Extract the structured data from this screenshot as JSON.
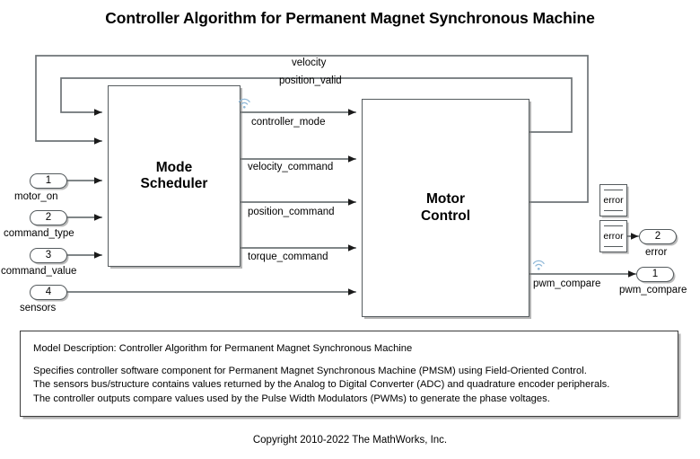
{
  "title": "Controller Algorithm for Permanent Magnet Synchronous Machine",
  "blocks": {
    "mode_scheduler": {
      "label": "Mode\nScheduler"
    },
    "motor_control": {
      "label": "Motor\nControl"
    }
  },
  "goto_blocks": [
    {
      "name": "error-goto-upper",
      "tag": "error"
    },
    {
      "name": "error-goto-lower",
      "tag": "error"
    }
  ],
  "inports": [
    {
      "num": "1",
      "label": "motor_on"
    },
    {
      "num": "2",
      "label": "command_type"
    },
    {
      "num": "3",
      "label": "command_value"
    },
    {
      "num": "4",
      "label": "sensors"
    }
  ],
  "outports": [
    {
      "num": "2",
      "label": "error"
    },
    {
      "num": "1",
      "label": "pwm_compare"
    }
  ],
  "signals": {
    "velocity": "velocity",
    "position_valid": "position_valid",
    "controller_mode": "controller_mode",
    "velocity_command": "velocity_command",
    "position_command": "position_command",
    "torque_command": "torque_command",
    "pwm_compare": "pwm_compare"
  },
  "badges": {
    "icon_name": "signal-logging-wireless-icon",
    "color": "#8fb8d8"
  },
  "description": {
    "heading": "Model Description: Controller Algorithm for Permanent Magnet Synchronous Machine",
    "lines": [
      "Specifies controller software component for Permanent Magnet Synchronous Machine (PMSM) using Field-Oriented Control.",
      "The sensors bus/structure contains values returned by the Analog to Digital Converter (ADC) and quadrature encoder peripherals.",
      "The controller outputs compare values used by the Pulse Width Modulators (PWMs) to generate the phase voltages."
    ]
  },
  "copyright": "Copyright 2010-2022 The MathWorks, Inc.",
  "colors": {
    "line": "#555b5e",
    "block_border": "#555b5e",
    "text": "#000000",
    "background": "#ffffff",
    "badge": "#8fb8d8"
  }
}
